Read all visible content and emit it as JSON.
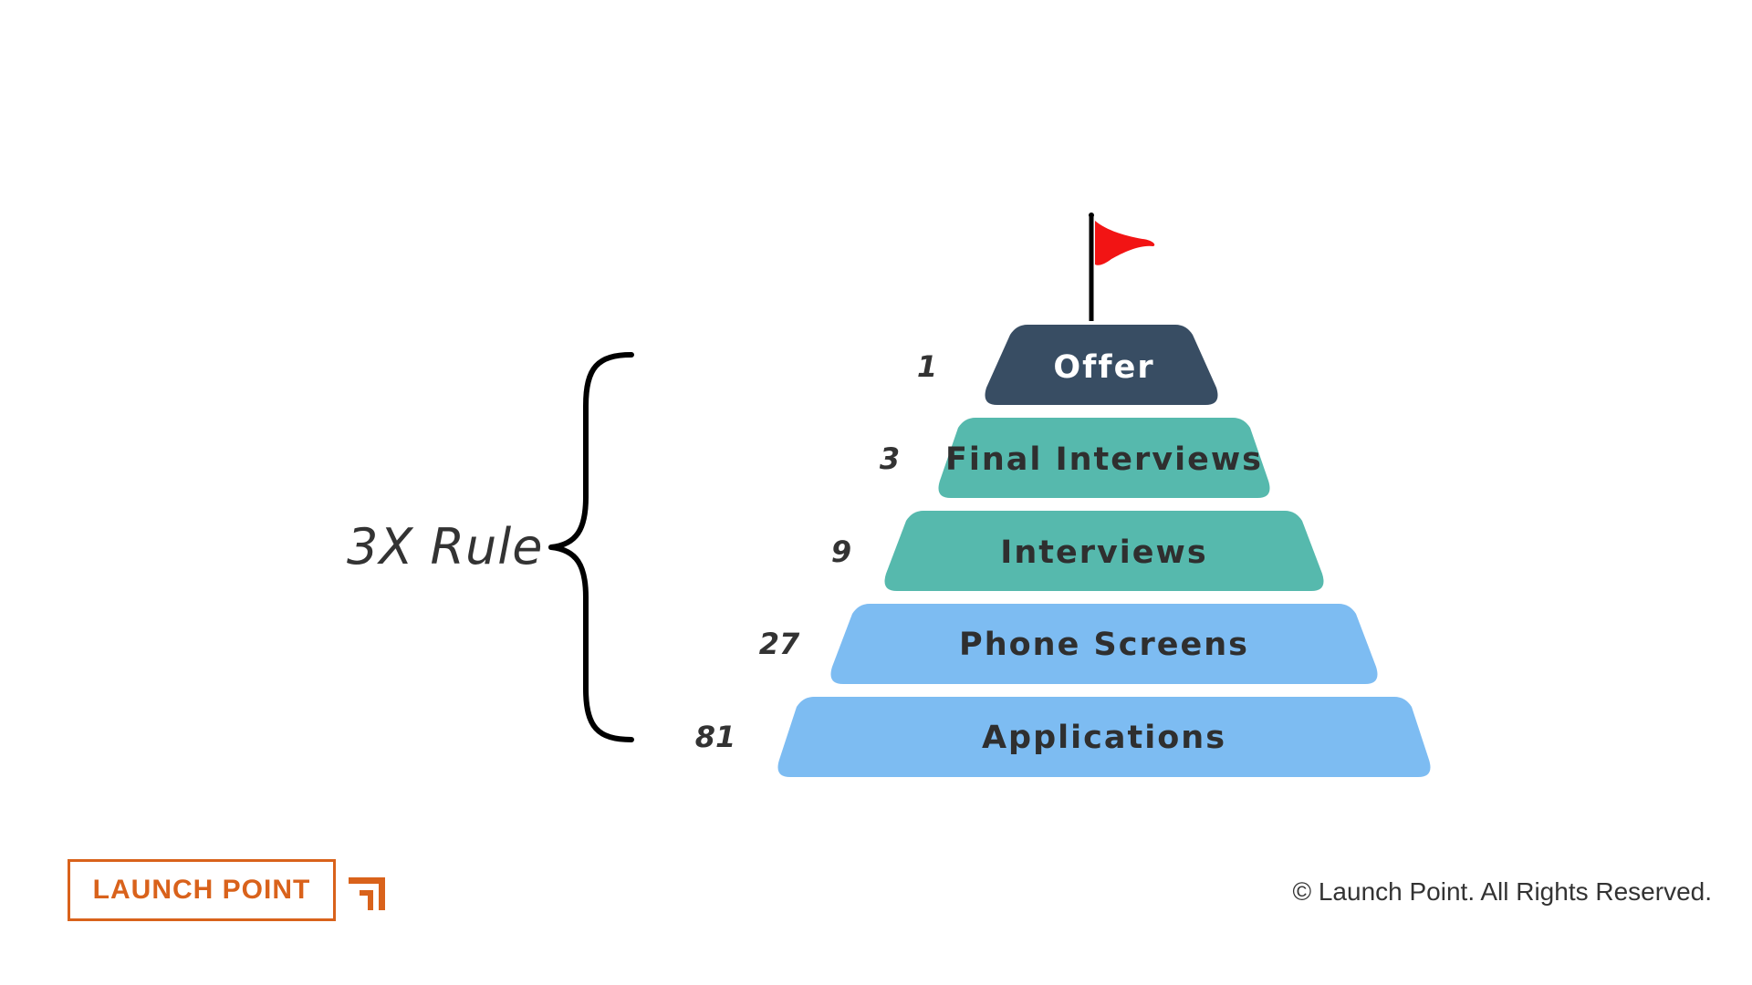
{
  "rule_label": "3X Rule",
  "tiers": [
    {
      "label": "Offer",
      "count": "1",
      "color": "#384d63"
    },
    {
      "label": "Final Interviews",
      "count": "3",
      "color": "#56b9ad"
    },
    {
      "label": "Interviews",
      "count": "9",
      "color": "#56b9ad"
    },
    {
      "label": "Phone Screens",
      "count": "27",
      "color": "#7dbcf2"
    },
    {
      "label": "Applications",
      "count": "81",
      "color": "#7dbcf2"
    }
  ],
  "flag_color": "#f21414",
  "logo": {
    "text": "LAUNCH POINT",
    "color": "#d9621b"
  },
  "copyright": "© Launch Point. All Rights Reserved."
}
